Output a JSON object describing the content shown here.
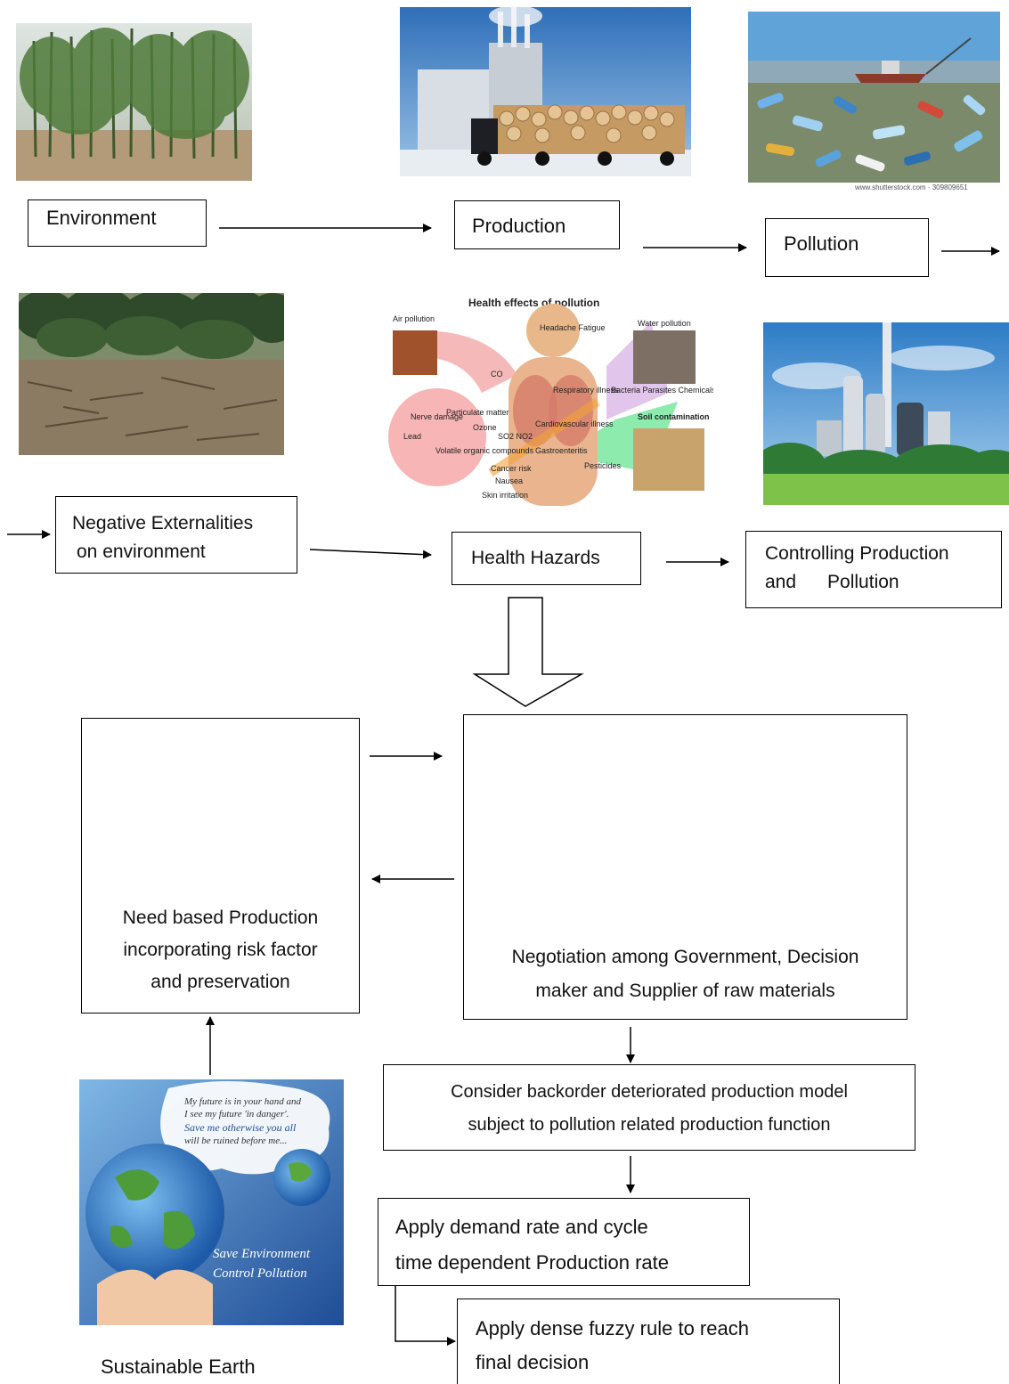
{
  "nodes": {
    "environment": "Environment",
    "production": "Production",
    "pollution": "Pollution",
    "externalities_line1": "Negative Externalities",
    "externalities_line2": "on environment",
    "health": "Health Hazards",
    "controlling_line1": "Controlling Production",
    "controlling_line2": "and      Pollution",
    "need_line1": "Need based Production",
    "need_line2": "incorporating risk factor",
    "need_line3": "and preservation",
    "negotiation_line1": "Negotiation among Government, Decision",
    "negotiation_line2": "maker and Supplier of raw materials",
    "backorder_line1": "Consider backorder deteriorated production model",
    "backorder_line2": "subject to pollution related production function",
    "demand_line1": "Apply demand rate and cycle",
    "demand_line2": "time dependent Production rate",
    "fuzzy_line1": "Apply dense fuzzy rule to reach",
    "fuzzy_line2": "final decision",
    "sustainable": "Sustainable Earth"
  },
  "images": {
    "shutterstock_caption": "www.shutterstock.com · 309809651",
    "health_title": "Health effects of pollution",
    "health_labels": {
      "air": "Air pollution",
      "water": "Water pollution",
      "soil": "Soil contamination",
      "headache": "Headache Fatigue",
      "particulate": "Particulate matter",
      "ozone": "Ozone",
      "nerve": "Nerve damage",
      "lead": "Lead",
      "voc": "Volatile organic compounds",
      "resp": "Respiratory illness",
      "bacteria": "Bacteria Parasites Chemicals",
      "cardio": "Cardiovascular illness",
      "gastro": "Gastroenteritis",
      "cancer": "Cancer risk",
      "nausea": "Nausea",
      "skin": "Skin irritation",
      "pesticides": "Pesticides",
      "co": "CO",
      "so2": "SO2 NO2"
    },
    "earth_poster": {
      "line1": "My future is in your hand and",
      "line2": "I see my future 'in danger'.",
      "line3": "Save me otherwise you all",
      "line4": "will be ruined before me...",
      "slogan1": "Save Environment",
      "slogan2": "Control Pollution"
    }
  }
}
